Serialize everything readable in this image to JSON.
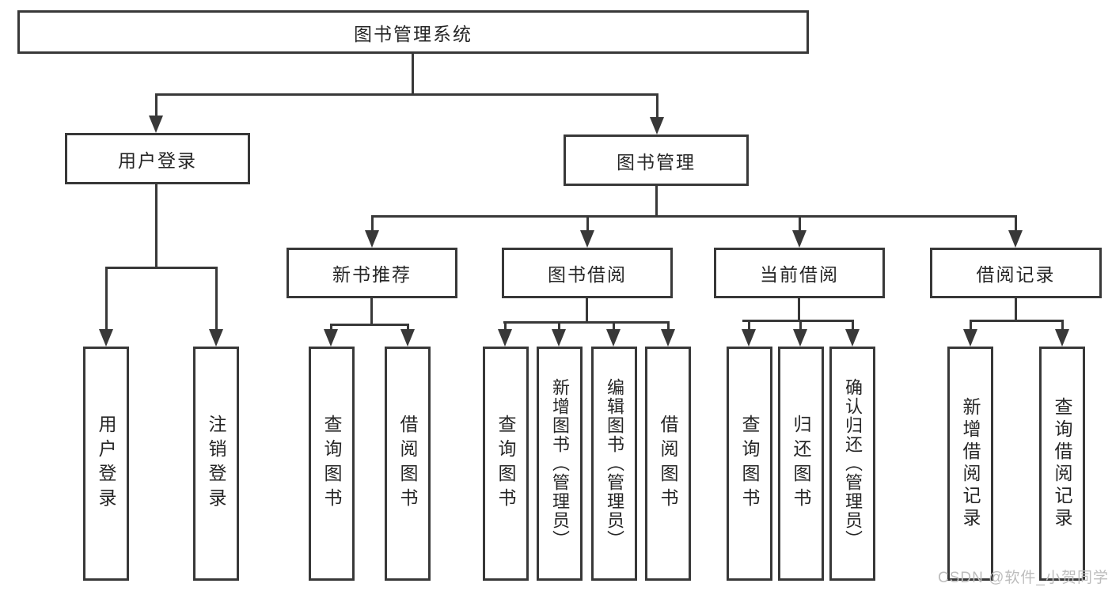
{
  "diagram": {
    "title_node": "图书管理系统",
    "nodes": [
      {
        "id": "root",
        "label": "图书管理系统"
      },
      {
        "id": "user-login",
        "label": "用户登录"
      },
      {
        "id": "book-management",
        "label": "图书管理"
      },
      {
        "id": "new-book-recommend",
        "label": "新书推荐"
      },
      {
        "id": "book-borrow",
        "label": "图书借阅"
      },
      {
        "id": "current-borrow",
        "label": "当前借阅"
      },
      {
        "id": "borrow-records",
        "label": "借阅记录"
      },
      {
        "id": "leaf-user-login",
        "label": "用户登录"
      },
      {
        "id": "leaf-logout",
        "label": "注销登录"
      },
      {
        "id": "leaf-query-book-1",
        "label": "查询图书"
      },
      {
        "id": "leaf-borrow-book-1",
        "label": "借阅图书"
      },
      {
        "id": "leaf-query-book-2",
        "label": "查询图书"
      },
      {
        "id": "leaf-add-book-admin",
        "label": "新增图书（管理员）"
      },
      {
        "id": "leaf-edit-book-admin",
        "label": "编辑图书（管理员）"
      },
      {
        "id": "leaf-borrow-book-2",
        "label": "借阅图书"
      },
      {
        "id": "leaf-query-book-3",
        "label": "查询图书"
      },
      {
        "id": "leaf-return-book",
        "label": "归还图书"
      },
      {
        "id": "leaf-confirm-return-admin",
        "label": "确认归还（管理员）"
      },
      {
        "id": "leaf-add-borrow-record",
        "label": "新增借阅记录"
      },
      {
        "id": "leaf-query-borrow-record",
        "label": "查询借阅记录"
      }
    ],
    "tree": {
      "图书管理系统": {
        "用户登录": [
          "用户登录",
          "注销登录"
        ],
        "图书管理": {
          "新书推荐": [
            "查询图书",
            "借阅图书"
          ],
          "图书借阅": [
            "查询图书",
            "新增图书（管理员）",
            "编辑图书（管理员）",
            "借阅图书"
          ],
          "当前借阅": [
            "查询图书",
            "归还图书",
            "确认归还（管理员）"
          ],
          "借阅记录": [
            "新增借阅记录",
            "查询借阅记录"
          ]
        }
      }
    },
    "colors": {
      "line": "#383838",
      "text": "#262626",
      "background": "#ffffff",
      "watermark": "#bdbdbd"
    }
  },
  "watermark": {
    "text": "CSDN @软件_小贺同学"
  }
}
